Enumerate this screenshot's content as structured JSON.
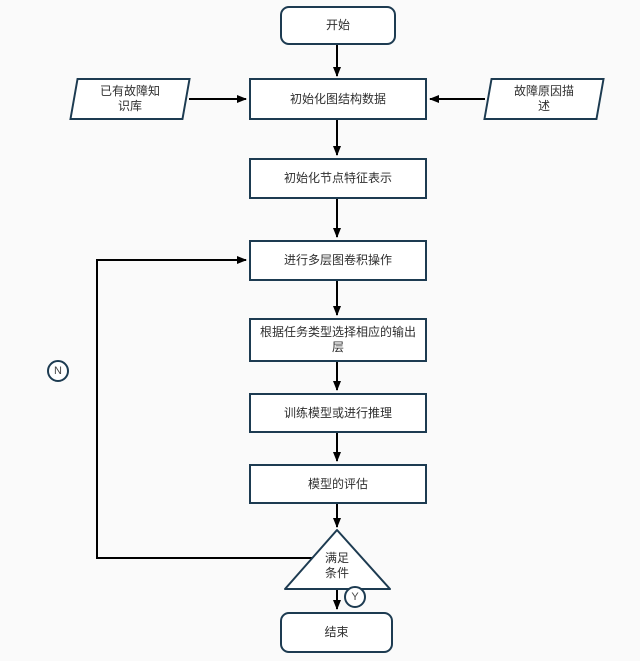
{
  "diagram": {
    "title": "graph-model-fault-diagnosis-flowchart",
    "colors": {
      "node_border": "#1d3b51",
      "node_fill": "#ffffff",
      "connector": "#000000",
      "text": "#2f2f2f",
      "background": "#fafafa"
    },
    "nodes": {
      "start": {
        "shape": "rounded",
        "label": "开始"
      },
      "knowledge_base": {
        "shape": "parallelogram",
        "label": "已有故障知识库"
      },
      "fault_description": {
        "shape": "parallelogram",
        "label": "故障原因描述"
      },
      "init_graph": {
        "shape": "rect",
        "label": "初始化图结构数据"
      },
      "init_features": {
        "shape": "rect",
        "label": "初始化节点特征表示"
      },
      "graph_convolution": {
        "shape": "rect",
        "label": "进行多层图卷积操作"
      },
      "output_layer": {
        "shape": "rect",
        "label": "根据任务类型选择相应的输出层"
      },
      "train_or_infer": {
        "shape": "rect",
        "label": "训练模型或进行推理"
      },
      "evaluate": {
        "shape": "rect",
        "label": "模型的评估"
      },
      "condition": {
        "shape": "triangle",
        "label": "满足条件"
      },
      "end": {
        "shape": "rounded",
        "label": "结束"
      }
    },
    "branch_labels": {
      "no": "N",
      "yes": "Y"
    }
  }
}
